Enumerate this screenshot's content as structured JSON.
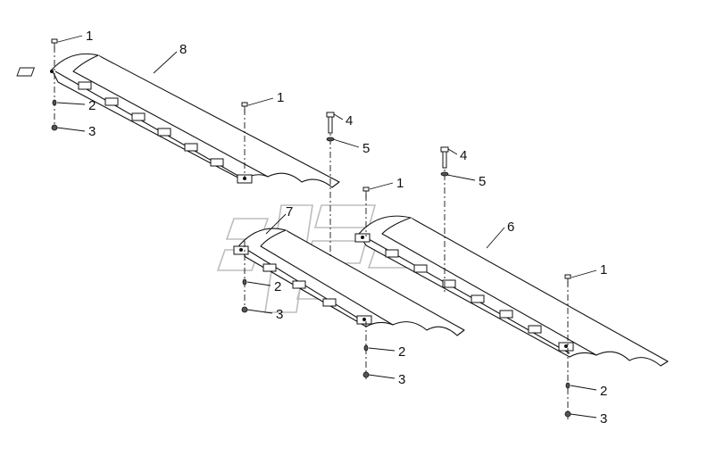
{
  "callouts": {
    "c1a": "1",
    "c2a": "2",
    "c3a": "3",
    "c8": "8",
    "c1b": "1",
    "c4a": "4",
    "c5a": "5",
    "c4b": "4",
    "c5b": "5",
    "c1c": "1",
    "c7": "7",
    "c6": "6",
    "c2b": "2",
    "c3b": "3",
    "c2c": "2",
    "c3c": "3",
    "c1d": "1",
    "c2d": "2",
    "c3d": "3"
  }
}
